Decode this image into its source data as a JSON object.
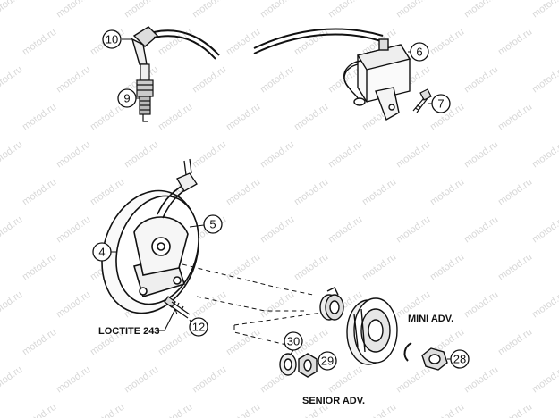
{
  "watermark": "motod.ru",
  "callouts": [
    {
      "id": "ignition-cap",
      "number": "10"
    },
    {
      "id": "spark-plug",
      "number": "9"
    },
    {
      "id": "ignition-coil",
      "number": "6"
    },
    {
      "id": "coil-bolt",
      "number": "7"
    },
    {
      "id": "stator",
      "number": "5"
    },
    {
      "id": "stator-plate",
      "number": "4"
    },
    {
      "id": "stator-screw",
      "number": "12"
    },
    {
      "id": "washer",
      "number": "30"
    },
    {
      "id": "nut-senior",
      "number": "29"
    },
    {
      "id": "nut-mini",
      "number": "28"
    }
  ],
  "labels": {
    "loctite": "LOCTITE 243",
    "mini_adv": "MINI ADV.",
    "senior_adv": "SENIOR ADV."
  }
}
